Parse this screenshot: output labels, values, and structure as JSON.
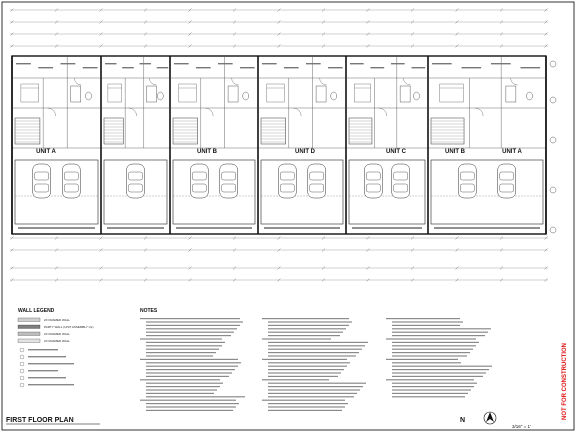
{
  "plan": {
    "title": "FIRST FLOOR PLAN",
    "north_mark": "N",
    "scale": "3/16\" = 1'",
    "stamp": "NOT FOR CONSTRUCTION"
  },
  "units": [
    {
      "label": "UNIT A"
    },
    {
      "label": "UNIT B"
    },
    {
      "label": "UNIT D"
    },
    {
      "label": "UNIT C"
    },
    {
      "label": "UNIT B"
    },
    {
      "label": "UNIT A"
    }
  ],
  "legend": {
    "title": "WALL LEGEND",
    "items": [
      {
        "label": "2X FRAMED WALL",
        "swatch": "#cfcfcf"
      },
      {
        "label": "PARTY WALL (UNIT ASSEMBLY UL)",
        "swatch": "#7d7d7d"
      },
      {
        "label": "2X FRAMED WALL",
        "swatch": "#bdbdbd"
      },
      {
        "label": "2X FRAMED WALL",
        "swatch": "#e2e2e2"
      }
    ]
  },
  "notes": {
    "title": "NOTES"
  }
}
